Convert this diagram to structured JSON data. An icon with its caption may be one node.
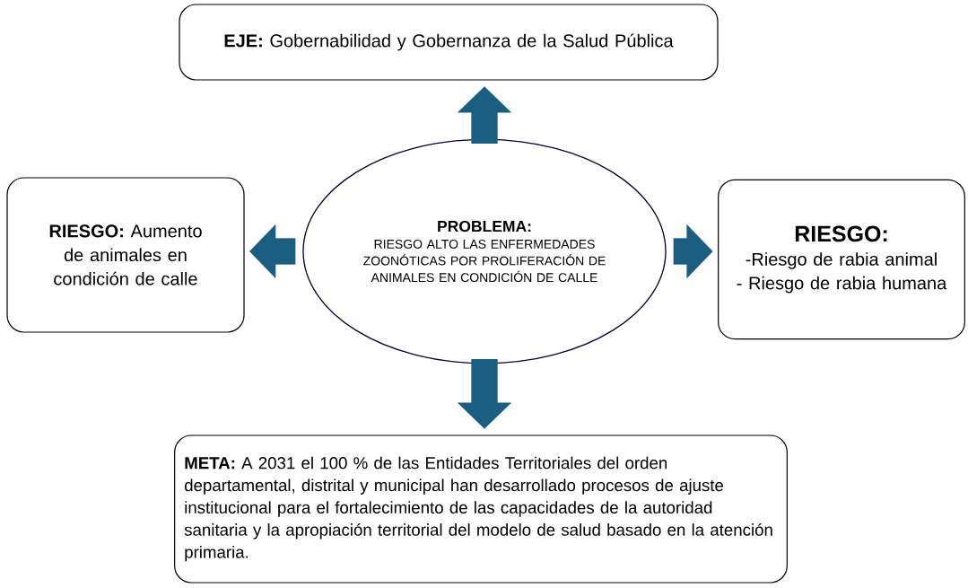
{
  "diagram": {
    "nodes": [
      {
        "text": [
          "**EJE:** Gobernabilidad y Gobernanza de la Salud Pública"
        ]
      },
      {
        "text": [
          "**RIESGO:** Aumento de animales en condición de calle"
        ]
      },
      {
        "text": [
          "PROBLEMA:",
          "RIESGO ALTO LAS ENFERMEDADES ZOONÓTICAS POR PROLIFERACIÓN DE ANIMALES EN CONDICIÓN DE CALLE"
        ]
      },
      {
        "text": [
          "RIESGO:",
          "-Riesgo de rabia animal",
          "- Riesgo de rabia humana"
        ]
      },
      {
        "text": [
          "**META:** A 2031 el 100 % de las Entidades Territoriales del orden departamental, distrital y municipal han desarrollado procesos de ajuste institucional para el fortalecimiento de las capacidades de la autoridad sanitaria y la apropiación territorial del modelo de salud basado en la atención primaria."
        ]
      }
    ],
    "edges": [
      {
        "from": 2,
        "to": 0,
        "arrow": "to"
      },
      {
        "from": 2,
        "to": 1,
        "arrow": "to"
      },
      {
        "from": 2,
        "to": 3,
        "arrow": "to"
      },
      {
        "from": 2,
        "to": 4,
        "arrow": "to"
      }
    ]
  }
}
